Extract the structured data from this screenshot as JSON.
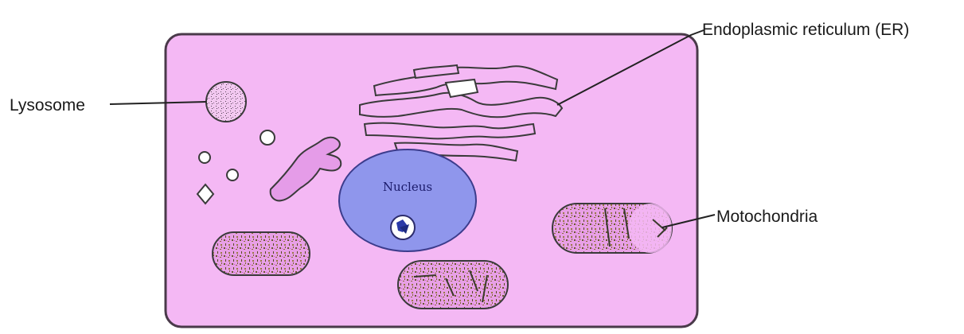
{
  "labels": {
    "endoplasmic_reticulum": "Endoplasmic reticulum (ER)",
    "lysosome": "Lysosome",
    "mitochondria": "Motochondria",
    "nucleus": "Nucleus"
  },
  "colors": {
    "cytoplasm": "#f4b8f4",
    "cell_outline": "#4a3a4a",
    "nucleus_fill": "#8f96ec",
    "nucleus_outline": "#3c3c8c",
    "organelle_fill": "#e59ce8",
    "mitochondria_speckle": "#6b5a2e",
    "background": "#ffffff"
  }
}
